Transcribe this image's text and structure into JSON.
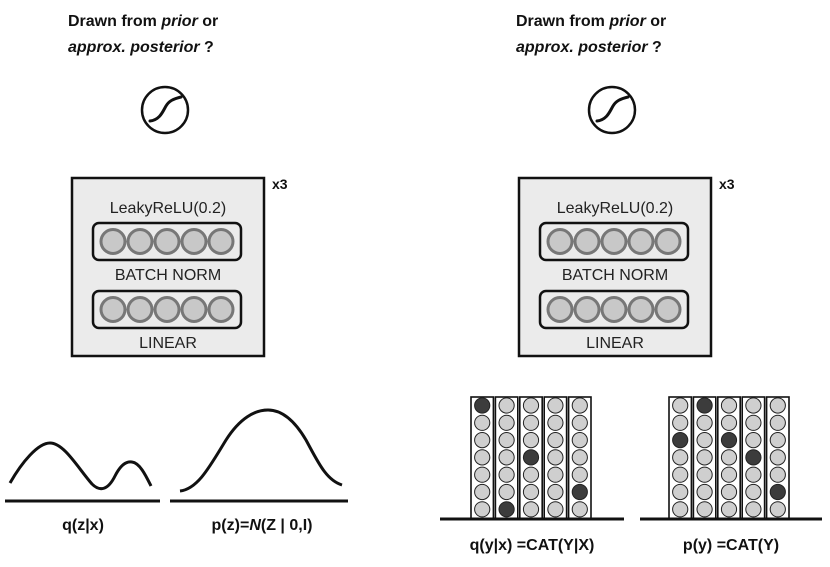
{
  "left_panel": {
    "heading_line1_pre": "Drawn from ",
    "heading_line1_em": "prior",
    "heading_line1_post": " or",
    "heading_line2_em": "approx. posterior",
    "heading_line2_post": " ?",
    "repeat_label": "x3",
    "activation_label": "LeakyReLU(0.2)",
    "norm_label": "BATCH NORM",
    "linear_label": "LINEAR",
    "dist_left_label": "q(z|x)",
    "dist_right_label_pre": "p(z)=",
    "dist_right_label_em": "N",
    "dist_right_label_post": "(Z | 0,I)"
  },
  "right_panel": {
    "heading_line1_pre": "Drawn from ",
    "heading_line1_em": "prior",
    "heading_line1_post": " or",
    "heading_line2_em": "approx. posterior",
    "heading_line2_post": " ?",
    "repeat_label": "x3",
    "activation_label": "LeakyReLU(0.2)",
    "norm_label": "BATCH NORM",
    "linear_label": "LINEAR",
    "cat_left_label": "q(y|x) =CAT(Y|X)",
    "cat_right_label": "p(y) =CAT(Y)",
    "cat_left_selected_rows": [
      0,
      6,
      3,
      7,
      5
    ],
    "cat_right_selected_rows": [
      2,
      0,
      2,
      3,
      5
    ]
  },
  "colors": {
    "box_fill": "#ebebeb",
    "neuron_fill": "#c8c8c8",
    "neuron_stroke": "#777777",
    "cell_fill": "#cfcfcf",
    "cell_selected": "#3c3c3c",
    "line": "#111111"
  }
}
